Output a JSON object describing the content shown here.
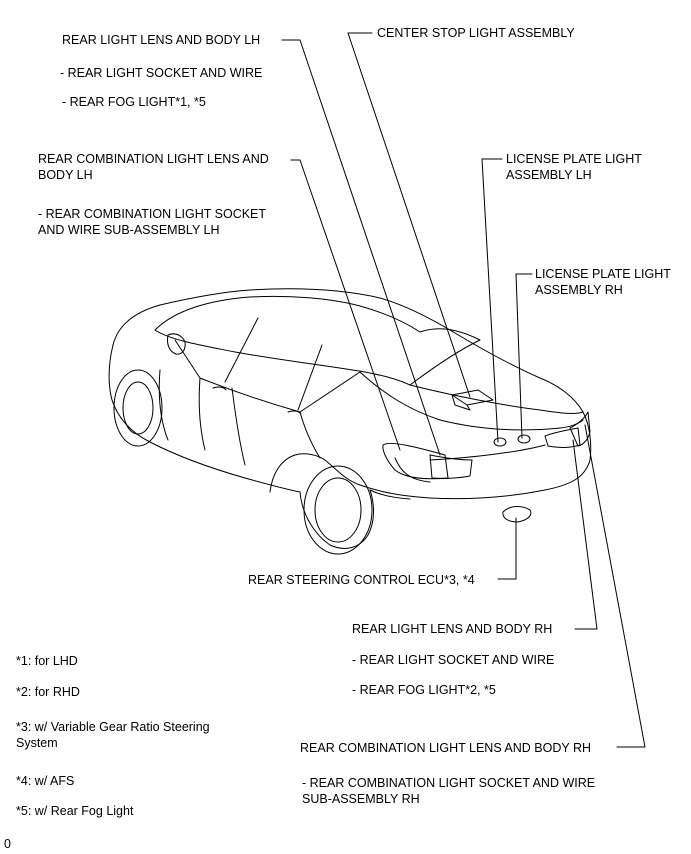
{
  "callouts": {
    "rear_light_lh": "REAR LIGHT LENS AND BODY LH",
    "rear_light_lh_sub1": "- REAR LIGHT SOCKET AND WIRE",
    "rear_light_lh_sub2": "- REAR FOG LIGHT*1, *5",
    "center_stop": "CENTER STOP LIGHT ASSEMBLY",
    "combo_lh_line1": "REAR COMBINATION LIGHT LENS AND",
    "combo_lh_line2": "BODY LH",
    "combo_lh_sub_line1": "- REAR COMBINATION LIGHT SOCKET",
    "combo_lh_sub_line2": "AND WIRE SUB-ASSEMBLY LH",
    "license_lh_line1": "LICENSE PLATE LIGHT",
    "license_lh_line2": "ASSEMBLY LH",
    "license_rh_line1": "LICENSE PLATE LIGHT",
    "license_rh_line2": "ASSEMBLY RH",
    "steering_ecu": "REAR STEERING CONTROL ECU*3, *4",
    "rear_light_rh": "REAR LIGHT LENS AND BODY RH",
    "rear_light_rh_sub1": "- REAR LIGHT SOCKET AND WIRE",
    "rear_light_rh_sub2": "- REAR FOG LIGHT*2, *5",
    "combo_rh": "REAR COMBINATION LIGHT LENS AND BODY RH",
    "combo_rh_sub_line1": "- REAR COMBINATION LIGHT SOCKET AND WIRE",
    "combo_rh_sub_line2": "SUB-ASSEMBLY RH"
  },
  "notes": {
    "n1": "*1: for LHD",
    "n2": "*2: for RHD",
    "n3_line1": "*3: w/ Variable Gear Ratio Steering",
    "n3_line2": "System",
    "n4": "*4: w/ AFS",
    "n5": "*5: w/ Rear Fog Light"
  },
  "corner_mark": "0"
}
